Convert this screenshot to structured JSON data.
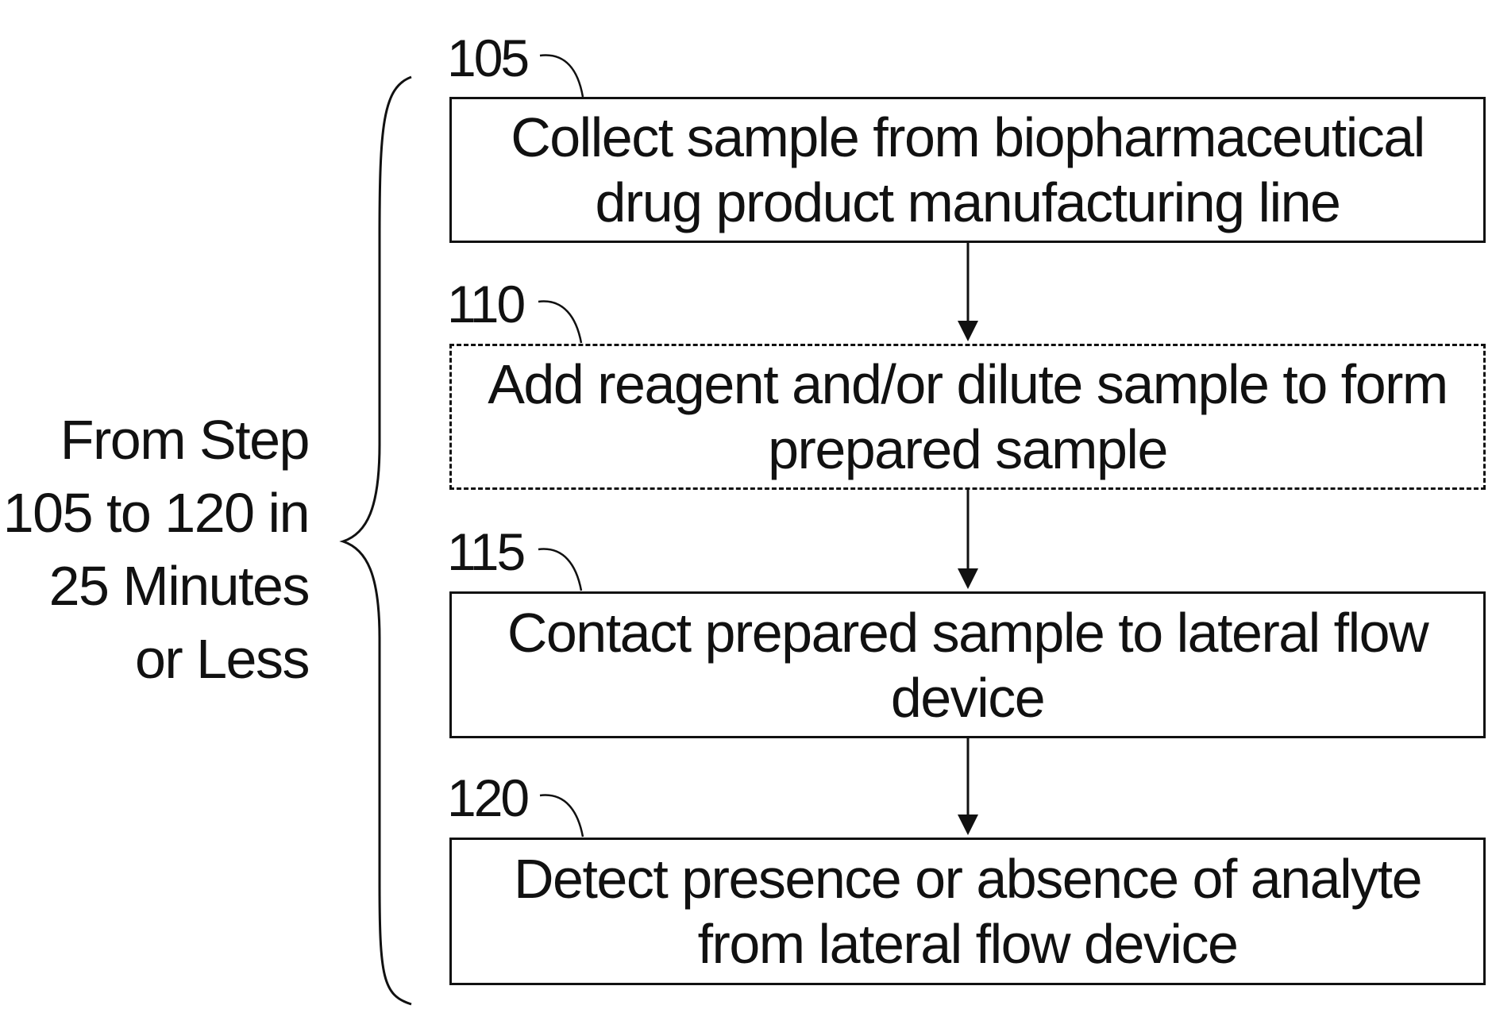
{
  "diagram": {
    "bracket_label": [
      "From Step",
      "105 to 120 in",
      "25 Minutes",
      "or Less"
    ],
    "steps": [
      {
        "ref": "105",
        "lines": [
          "Collect sample from biopharmaceutical",
          "drug product manufacturing line"
        ],
        "style": "solid"
      },
      {
        "ref": "110",
        "lines": [
          "Add reagent and/or dilute sample to form",
          "prepared sample"
        ],
        "style": "dashed"
      },
      {
        "ref": "115",
        "lines": [
          "Contact prepared sample to lateral flow",
          "device"
        ],
        "style": "solid"
      },
      {
        "ref": "120",
        "lines": [
          "Detect presence or absence of analyte",
          "from lateral flow device"
        ],
        "style": "solid"
      }
    ],
    "colors": {
      "line": "#111111",
      "background": "#ffffff"
    }
  }
}
